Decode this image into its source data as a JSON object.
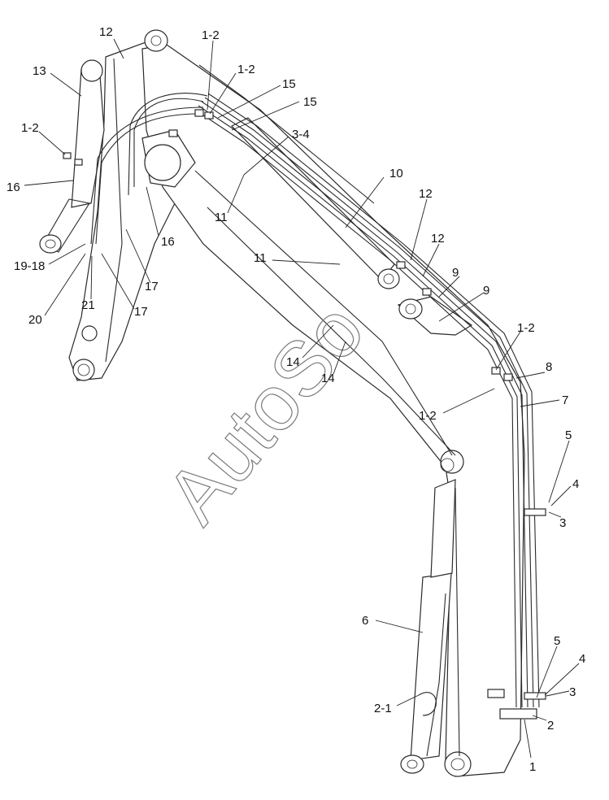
{
  "diagram": {
    "watermark": "AutoSo",
    "callouts": [
      {
        "id": "c-12-top",
        "text": "12"
      },
      {
        "id": "c-13",
        "text": "13"
      },
      {
        "id": "c-1-2-a",
        "text": "1-2"
      },
      {
        "id": "c-16-a",
        "text": "16"
      },
      {
        "id": "c-1-2-b",
        "text": "1-2"
      },
      {
        "id": "c-1-2-c",
        "text": "1-2"
      },
      {
        "id": "c-15-a",
        "text": "15"
      },
      {
        "id": "c-15-b",
        "text": "15"
      },
      {
        "id": "c-3-4",
        "text": "3-4"
      },
      {
        "id": "c-10",
        "text": "10"
      },
      {
        "id": "c-12-b",
        "text": "12"
      },
      {
        "id": "c-12-c",
        "text": "12"
      },
      {
        "id": "c-11-a",
        "text": "11"
      },
      {
        "id": "c-16-b",
        "text": "16"
      },
      {
        "id": "c-11-b",
        "text": "11"
      },
      {
        "id": "c-9-a",
        "text": "9"
      },
      {
        "id": "c-9-b",
        "text": "9"
      },
      {
        "id": "c-19-18",
        "text": "19-18"
      },
      {
        "id": "c-17-a",
        "text": "17"
      },
      {
        "id": "c-17-b",
        "text": "17"
      },
      {
        "id": "c-20",
        "text": "20"
      },
      {
        "id": "c-21",
        "text": "21"
      },
      {
        "id": "c-1-2-d",
        "text": "1-2"
      },
      {
        "id": "c-14-a",
        "text": "14"
      },
      {
        "id": "c-8",
        "text": "8"
      },
      {
        "id": "c-7",
        "text": "7"
      },
      {
        "id": "c-14-b",
        "text": "14"
      },
      {
        "id": "c-1-2-e",
        "text": "1-2"
      },
      {
        "id": "c-5-a",
        "text": "5"
      },
      {
        "id": "c-4-a",
        "text": "4"
      },
      {
        "id": "c-3-a",
        "text": "3"
      },
      {
        "id": "c-6",
        "text": "6"
      },
      {
        "id": "c-5-b",
        "text": "5"
      },
      {
        "id": "c-4-b",
        "text": "4"
      },
      {
        "id": "c-3-b",
        "text": "3"
      },
      {
        "id": "c-2-1",
        "text": "2-1"
      },
      {
        "id": "c-2",
        "text": "2"
      },
      {
        "id": "c-1",
        "text": "1"
      }
    ]
  }
}
